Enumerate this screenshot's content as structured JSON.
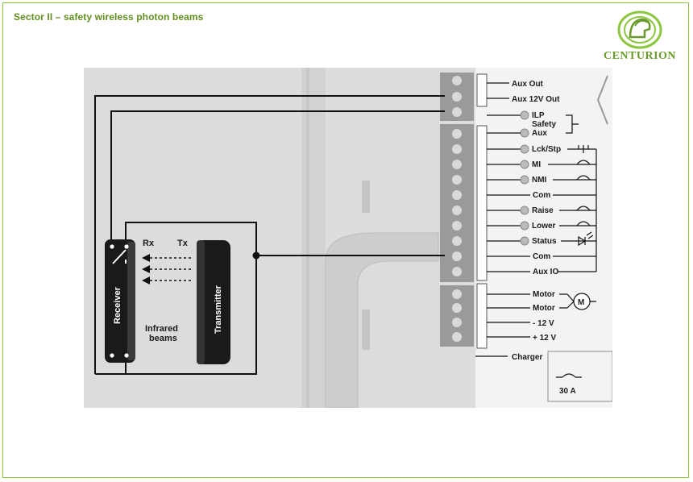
{
  "slide": {
    "title": "Sector II – safety wireless photon beams",
    "logo_text": "CENTURION"
  },
  "diagram": {
    "receiver_label": "Receiver",
    "transmitter_label": "Transmitter",
    "rx_label": "Rx",
    "tx_label": "Tx",
    "beams_line1": "Infrared",
    "beams_line2": "beams",
    "terminals_top": [
      "Aux Out",
      "Aux 12V Out"
    ],
    "safety_inputs": [
      "ILP",
      "Safety",
      "Aux"
    ],
    "io_terminals": [
      "Lck/Stp",
      "MI",
      "NMI",
      "Com",
      "Raise",
      "Lower",
      "Status",
      "Com",
      "Aux IO"
    ],
    "power_terminals": [
      "Motor",
      "Motor",
      "- 12 V",
      "+ 12 V"
    ],
    "charger_label": "Charger",
    "fuse_label": "30 A",
    "motor_symbol": "M"
  },
  "colors": {
    "border": "#8cc63f",
    "title": "#5f8f1f",
    "logo": "#6a9a2a",
    "panel_bg": "#dcdcdc",
    "wire": "#111111"
  }
}
